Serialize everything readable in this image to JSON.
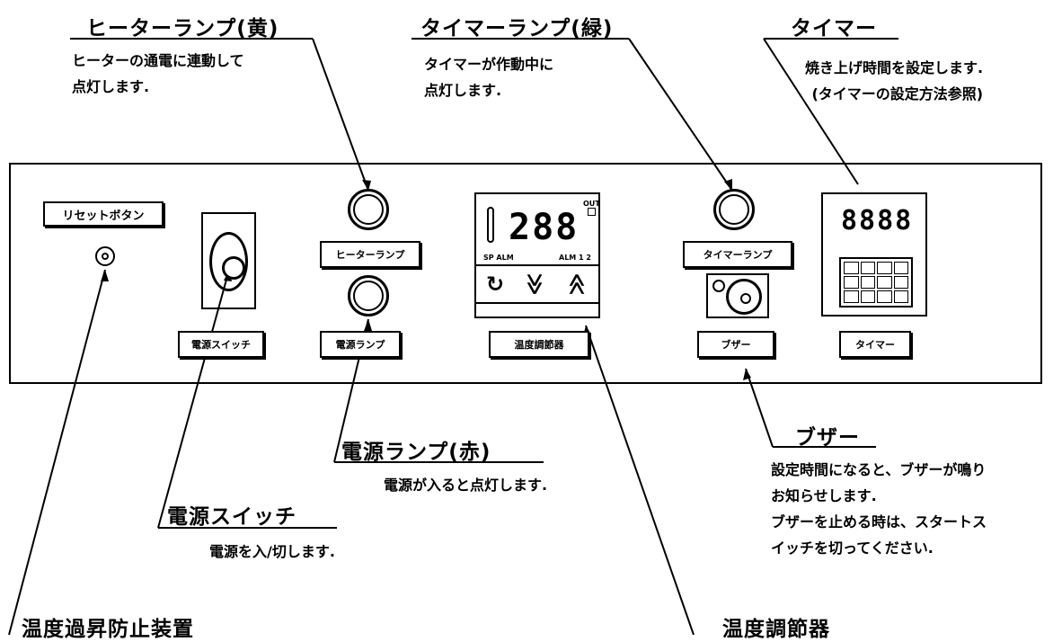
{
  "callouts": {
    "heater_lamp": {
      "title": "ヒーターランプ(黄)",
      "desc": [
        "ヒーターの通電に連動して",
        "点灯します."
      ]
    },
    "timer_lamp": {
      "title": "タイマーランプ(緑)",
      "desc": [
        "タイマーが作動中に",
        "点灯します."
      ]
    },
    "timer": {
      "title": "タイマー",
      "desc": [
        "焼き上げ時間を設定します.",
        "(タイマーの設定方法参照)"
      ]
    },
    "power_lamp": {
      "title": "電源ランプ(赤)",
      "desc": [
        "電源が入ると点灯します."
      ]
    },
    "power_switch": {
      "title": "電源スイッチ",
      "desc": [
        "電源を入/切します."
      ]
    },
    "buzzer": {
      "title": "ブザー",
      "desc": [
        "設定時間になると、ブザーが鳴り",
        "お知らせします.",
        "ブザーを止める時は、スタートス",
        "イッチを切ってください."
      ]
    },
    "overheat": {
      "title": "温度過昇防止装置"
    },
    "temp_controller": {
      "title": "温度調節器"
    }
  },
  "panel_labels": {
    "reset_button": "リセットボタン",
    "power_switch": "電源スイッチ",
    "heater_lamp": "ヒーターランプ",
    "power_lamp": "電源ランプ",
    "temp_controller": "温度調節器",
    "timer_lamp": "タイマーランプ",
    "buzzer": "ブザー",
    "timer": "タイマー"
  },
  "controller": {
    "display": "288",
    "out_label": "OUT",
    "sp_alm": "SP ALM",
    "alm_12": "ALM 1 2",
    "buttons": [
      "↻",
      "≫",
      "≪"
    ]
  },
  "timer_device": {
    "display": "8888"
  }
}
